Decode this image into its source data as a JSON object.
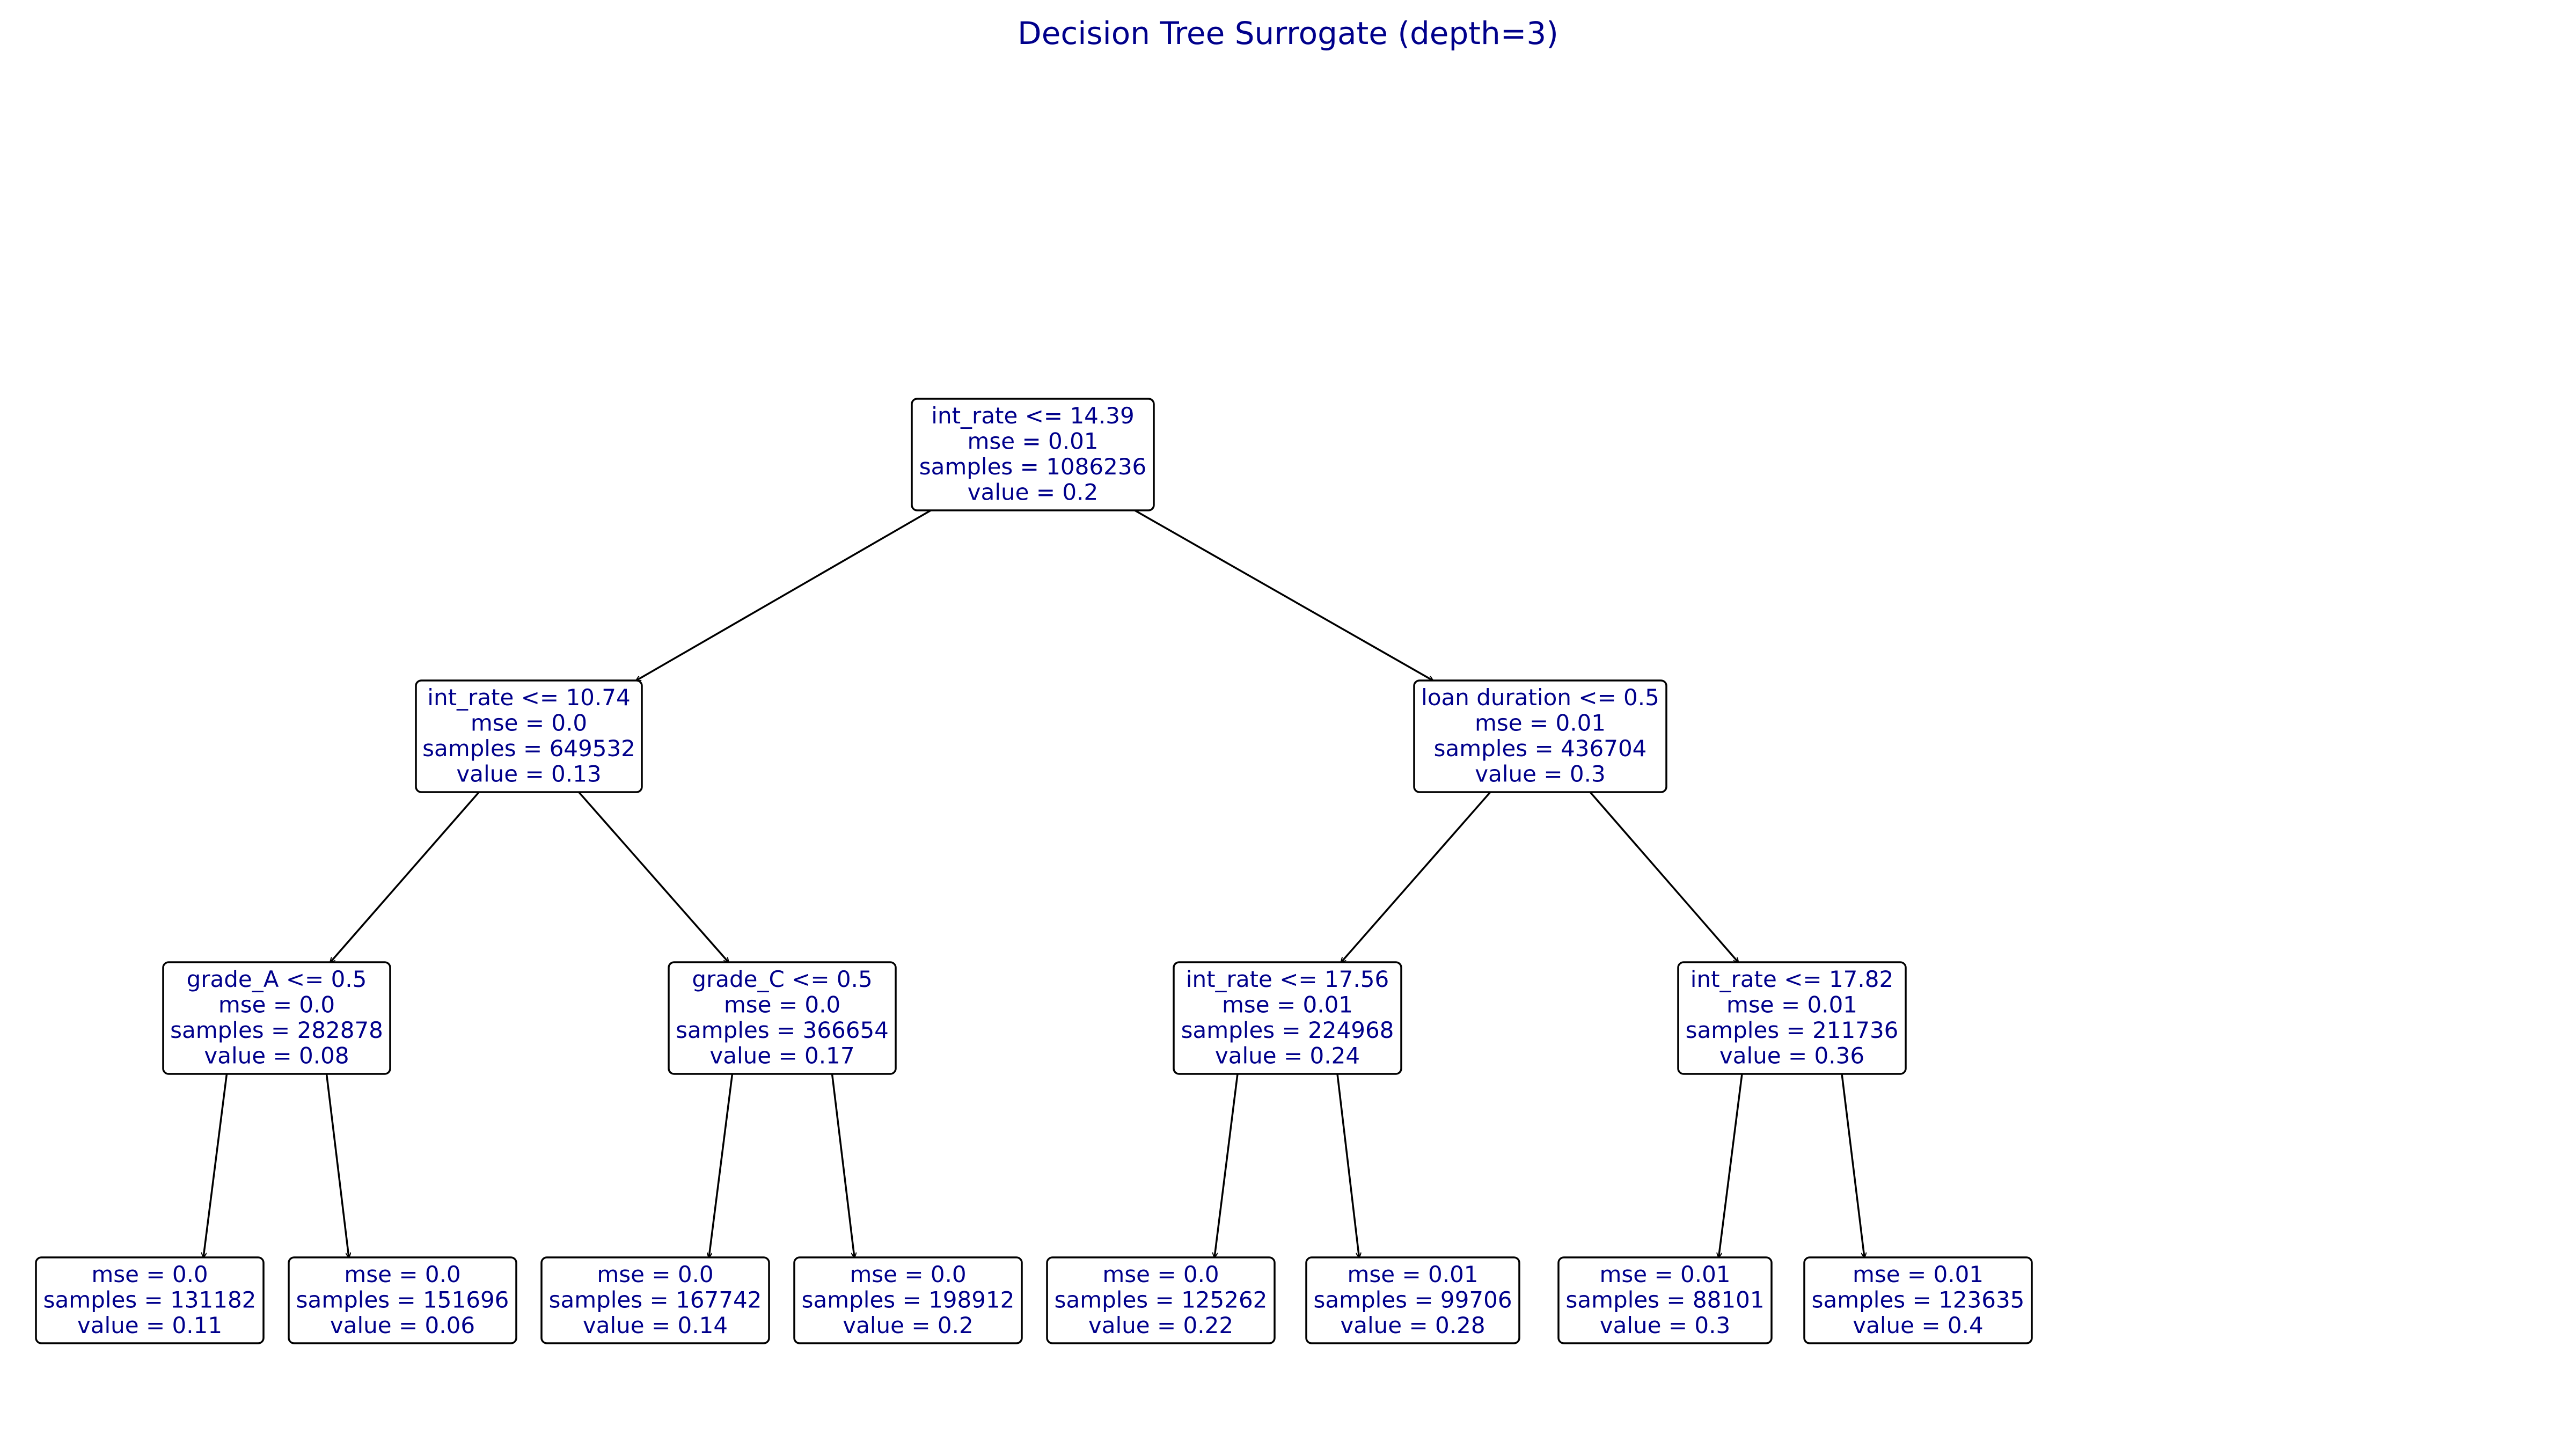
{
  "title": "Decision Tree Surrogate (depth=3)",
  "colors": {
    "text": "#00008b",
    "edge": "#000000",
    "box_border": "#000000",
    "box_fill": "#ffffff"
  },
  "tree": {
    "nodes": [
      {
        "id": "n0",
        "lines": [
          "int_rate <= 14.39",
          "mse = 0.01",
          "samples = 1086236",
          "value = 0.2"
        ]
      },
      {
        "id": "n1",
        "lines": [
          "int_rate <= 10.74",
          "mse = 0.0",
          "samples = 649532",
          "value = 0.13"
        ]
      },
      {
        "id": "n2",
        "lines": [
          "loan duration <= 0.5",
          "mse = 0.01",
          "samples = 436704",
          "value = 0.3"
        ]
      },
      {
        "id": "n3",
        "lines": [
          "grade_A <= 0.5",
          "mse = 0.0",
          "samples = 282878",
          "value = 0.08"
        ]
      },
      {
        "id": "n4",
        "lines": [
          "grade_C <= 0.5",
          "mse = 0.0",
          "samples = 366654",
          "value = 0.17"
        ]
      },
      {
        "id": "n5",
        "lines": [
          "int_rate <= 17.56",
          "mse = 0.01",
          "samples = 224968",
          "value = 0.24"
        ]
      },
      {
        "id": "n6",
        "lines": [
          "int_rate <= 17.82",
          "mse = 0.01",
          "samples = 211736",
          "value = 0.36"
        ]
      },
      {
        "id": "n7",
        "lines": [
          "mse = 0.0",
          "samples = 131182",
          "value = 0.11"
        ]
      },
      {
        "id": "n8",
        "lines": [
          "mse = 0.0",
          "samples = 151696",
          "value = 0.06"
        ]
      },
      {
        "id": "n9",
        "lines": [
          "mse = 0.0",
          "samples = 167742",
          "value = 0.14"
        ]
      },
      {
        "id": "n10",
        "lines": [
          "mse = 0.0",
          "samples = 198912",
          "value = 0.2"
        ]
      },
      {
        "id": "n11",
        "lines": [
          "mse = 0.0",
          "samples = 125262",
          "value = 0.22"
        ]
      },
      {
        "id": "n12",
        "lines": [
          "mse = 0.01",
          "samples = 99706",
          "value = 0.28"
        ]
      },
      {
        "id": "n13",
        "lines": [
          "mse = 0.01",
          "samples = 88101",
          "value = 0.3"
        ]
      },
      {
        "id": "n14",
        "lines": [
          "mse = 0.01",
          "samples = 123635",
          "value = 0.4"
        ]
      }
    ],
    "edges": [
      [
        "n0",
        "n1"
      ],
      [
        "n0",
        "n2"
      ],
      [
        "n1",
        "n3"
      ],
      [
        "n1",
        "n4"
      ],
      [
        "n2",
        "n5"
      ],
      [
        "n2",
        "n6"
      ],
      [
        "n3",
        "n7"
      ],
      [
        "n3",
        "n8"
      ],
      [
        "n4",
        "n9"
      ],
      [
        "n4",
        "n10"
      ],
      [
        "n5",
        "n11"
      ],
      [
        "n5",
        "n12"
      ],
      [
        "n6",
        "n13"
      ],
      [
        "n6",
        "n14"
      ]
    ]
  }
}
